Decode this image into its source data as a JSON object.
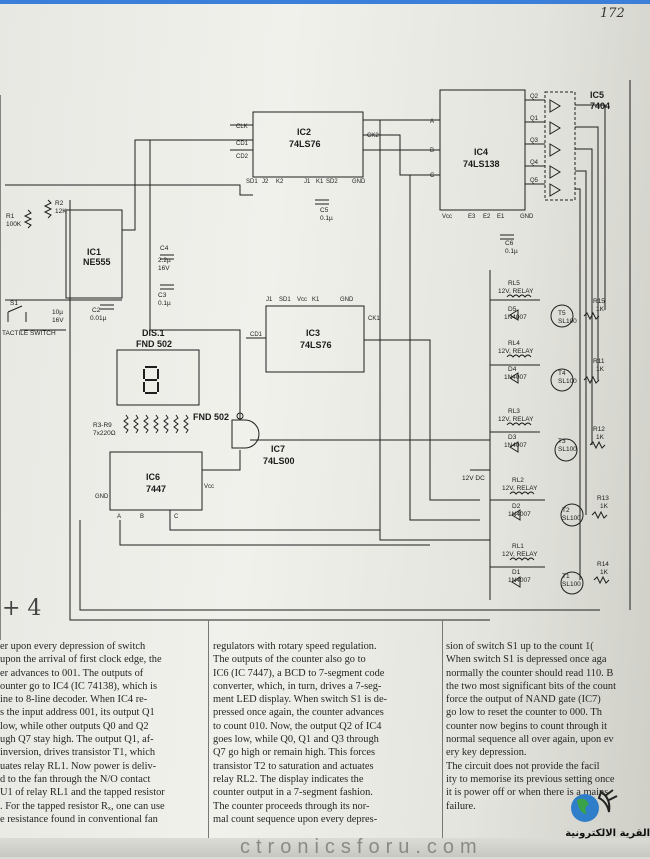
{
  "page_number": "172",
  "margin_note": "+ 4",
  "schematic": {
    "chips": [
      {
        "id": "IC1",
        "part": "NE555"
      },
      {
        "id": "IC2",
        "part": "74LS76"
      },
      {
        "id": "IC3",
        "part": "74LS76"
      },
      {
        "id": "IC4",
        "part": "74LS138"
      },
      {
        "id": "IC5",
        "part": "7404"
      },
      {
        "id": "IC6",
        "part": "7447"
      },
      {
        "id": "IC7",
        "part": "74LS00"
      }
    ],
    "display": {
      "id": "DIS.1",
      "part": "FND 502",
      "side_label": "FND\n502"
    },
    "components": {
      "c4": "C4",
      "c4_val": "2.2µ",
      "c4_v": "16V",
      "c3": "C3",
      "c3_val": "0.1µ",
      "c2": "C2",
      "c2_val": "0.01µ",
      "c5": "C5",
      "c5_val": "0.1µ",
      "c6": "C6",
      "c6_val": "0.1µ",
      "r1": "R1",
      "r1_val": "100K",
      "r2": "R2",
      "r2_val": "12K",
      "r3r9": "R3-R9",
      "r3r9_val": "7x220Ω",
      "c1": "10µ",
      "c1_v": "16V",
      "s1": "S1",
      "tactile": "TACTILE SWITCH",
      "dc": "12V DC"
    },
    "relays": [
      {
        "rl": "RL5",
        "d": "D5",
        "t": "T5",
        "r": "R15"
      },
      {
        "rl": "RL4",
        "d": "D4",
        "t": "T4",
        "r": "R11"
      },
      {
        "rl": "RL3",
        "d": "D3",
        "t": "T3",
        "r": "R12"
      },
      {
        "rl": "RL2",
        "d": "D2",
        "t": "T2",
        "r": "R13"
      },
      {
        "rl": "RL1",
        "d": "D1",
        "t": "T1",
        "r": "R14"
      }
    ],
    "relay_label": "12V, RELAY",
    "diode_part": "1N4007",
    "transistor_part": "SL100",
    "r_val": "1K",
    "pins": {
      "clk": "CLK",
      "cd1": "CD1",
      "cd2": "CD2",
      "sd1": "SD1",
      "sd2": "SD2",
      "ck1": "CK1",
      "ck2": "CK2",
      "gnd": "GND",
      "vcc": "Vcc",
      "j1": "J1",
      "k1": "K1",
      "j2": "J2",
      "k2": "K2",
      "q1": "Q1",
      "q2": "Q2",
      "q3": "Q3",
      "q4": "Q4",
      "q5": "Q5",
      "e1": "E1",
      "e2": "E2",
      "e3": "E3",
      "a": "A",
      "b": "B",
      "c": "C"
    }
  },
  "article": {
    "col1": [
      "er upon every depression of switch",
      "upon the arrival of first clock edge, the",
      "er advances to 001. The outputs of",
      "ounter go to IC4 (IC 74138), which is",
      "ine to 8-line decoder. When IC4 re-",
      "s the input address 001, its output Q1",
      " low, while other outputs Q0 and Q2",
      "ugh Q7 stay high. The output Q1, af-",
      "inversion, drives transistor T1, which",
      "uates relay RL1. Now power is deliv-",
      "d to the fan through the N/O contact",
      "U1 of relay RL1 and the tapped resistor",
      ". For the tapped resistor Rₓ, one can use",
      "e resistance found in conventional fan"
    ],
    "col2": [
      "regulators with rotary speed regulation.",
      "     The outputs of the counter also go to",
      "IC6 (IC 7447), a BCD to 7-segment code",
      "converter, which, in turn, drives a 7-seg-",
      "ment LED display. When switch S1 is de-",
      "pressed once again, the counter advances",
      "to count 010. Now, the output Q2 of IC4",
      "goes low, while Q0, Q1 and Q3 through",
      "Q7 go high or remain high. This forces",
      "transistor T2 to saturation and actuates",
      "relay RL2. The display indicates the",
      "counter output in a 7-segment fashion.",
      "     The counter proceeds through its nor-",
      "mal count sequence upon every depres-"
    ],
    "col3": [
      "sion of switch S1 up to the count 1(",
      "When switch S1 is depressed once aga",
      "normally the counter should read 110. B",
      "the two most significant bits of the count",
      "force the output of NAND gate (IC7)",
      "go low to reset the counter to 000. Th",
      "counter now begins to count through it",
      "normal sequence all over again, upon ev",
      "ery key depression.",
      "     The circuit does not provide the facil",
      "ity to memorise its previous setting once",
      "it is power off or when there is a mains",
      "failure."
    ]
  },
  "watermark": {
    "text": "القرية الالكترونية"
  },
  "footer": {
    "text": "ctronicsforu.com"
  },
  "colors": {
    "paper": "#ececE6",
    "ink": "#1c1c1c",
    "accent_bar": "#3b7fd8"
  }
}
